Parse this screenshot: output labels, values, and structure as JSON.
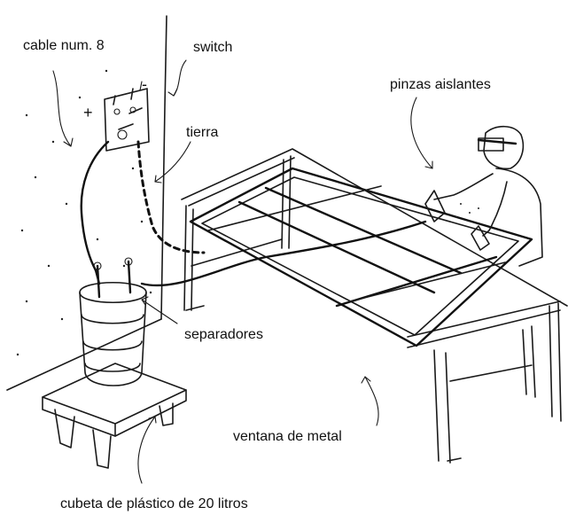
{
  "labels": {
    "cable": "cable num. 8",
    "switch": "switch",
    "tierra": "tierra",
    "pinzas": "pinzas aislantes",
    "separadores": "separadores",
    "ventana": "ventana de metal",
    "cubeta": "cubeta de plástico de 20 litros"
  },
  "terminal_marks": {
    "plus": "+",
    "minus": "-"
  }
}
